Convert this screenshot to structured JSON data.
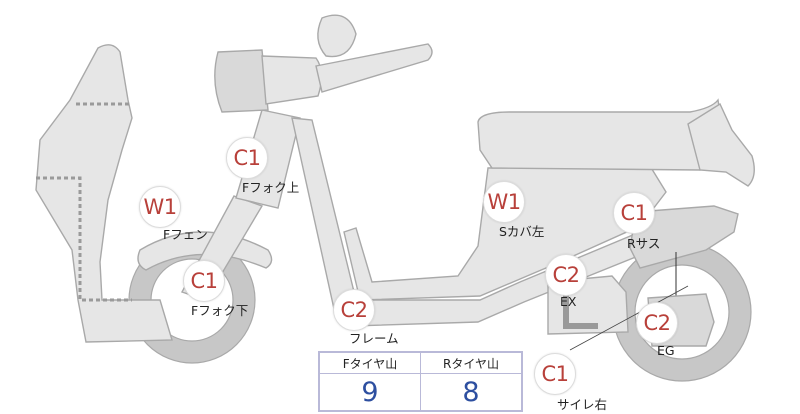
{
  "markers": [
    {
      "id": "f-fork-upper",
      "code": "C1",
      "label": "Fフォク上"
    },
    {
      "id": "f-fender",
      "code": "W1",
      "label": "Fフェン"
    },
    {
      "id": "f-fork-lower",
      "code": "C1",
      "label": "Fフォク下"
    },
    {
      "id": "frame",
      "code": "C2",
      "label": "フレーム"
    },
    {
      "id": "s-cover-left",
      "code": "W1",
      "label": "Sカバ左"
    },
    {
      "id": "r-suspension",
      "code": "C1",
      "label": "Rサス"
    },
    {
      "id": "exhaust",
      "code": "C2",
      "label": "EX"
    },
    {
      "id": "engine",
      "code": "C2",
      "label": "EG"
    },
    {
      "id": "side-right",
      "code": "C1",
      "label": "サイレ右"
    }
  ],
  "tread_table": {
    "front_header": "Fタイヤ山",
    "rear_header": "Rタイヤ山",
    "front_value": "9",
    "rear_value": "8"
  },
  "colors": {
    "code_red": "#b8403a",
    "value_blue": "#2d4fa0",
    "part_fill": "#e6e6e6",
    "table_border": "#b9b9d8"
  }
}
